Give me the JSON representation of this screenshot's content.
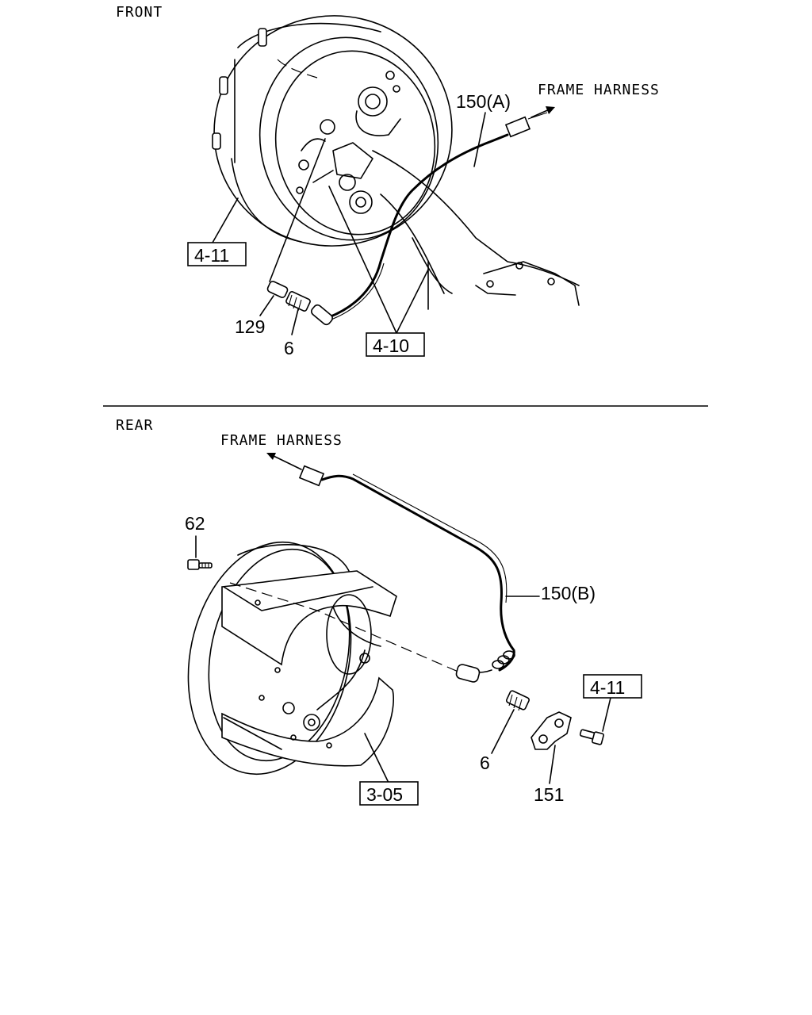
{
  "sections": {
    "front": {
      "heading": "FRONT",
      "harness_label": "FRAME HARNESS",
      "callouts": {
        "sensor_harness": "150(A)",
        "bracket_ref": "4-11",
        "spacer": "129",
        "sleeve": "6",
        "knuckle_ref": "4-10"
      }
    },
    "rear": {
      "heading": "REAR",
      "harness_label": "FRAME HARNESS",
      "callouts": {
        "bolt": "62",
        "sensor_harness": "150(B)",
        "bracket_bolt_ref": "4-11",
        "sleeve": "6",
        "bracket": "151",
        "brake_ref": "3-05"
      }
    }
  }
}
